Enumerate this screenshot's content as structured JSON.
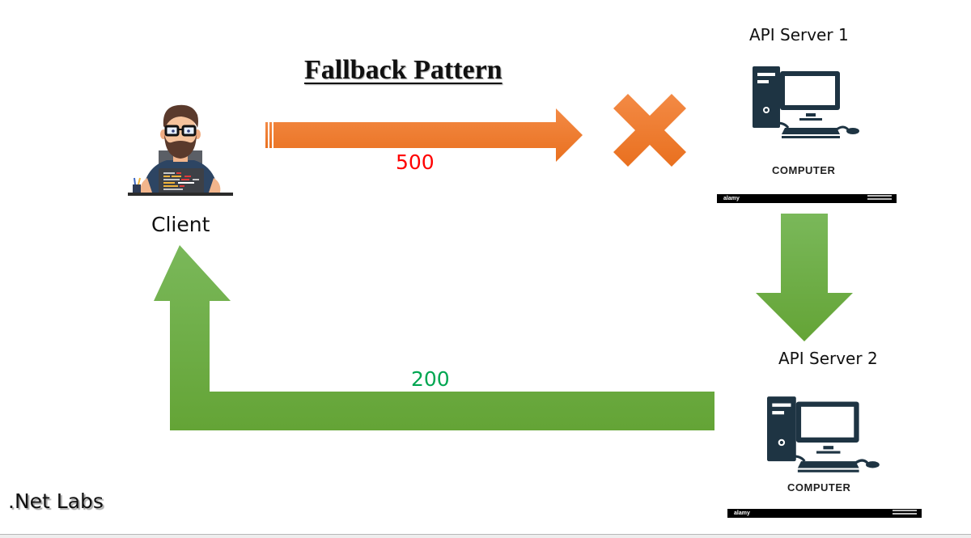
{
  "diagram": {
    "title": "Fallback Pattern",
    "brand": ".Net Labs",
    "nodes": {
      "client": {
        "label": "Client",
        "icon": "developer-avatar-icon"
      },
      "server1": {
        "label": "API Server 1",
        "icon": "computer-icon",
        "caption": "COMPUTER",
        "watermark": "alamy",
        "status": "failed"
      },
      "server2": {
        "label": "API Server 2",
        "icon": "computer-icon",
        "caption": "COMPUTER",
        "watermark": "alamy",
        "status": "ok"
      }
    },
    "edges": [
      {
        "from": "Client",
        "to": "API Server 1",
        "status_code": "500",
        "status_color": "#ff0000",
        "arrow_color": "#f07828"
      },
      {
        "from": "API Server 1",
        "to": "API Server 2",
        "status_code": "",
        "arrow_color": "#6aaa3a"
      },
      {
        "from": "API Server 2",
        "to": "Client",
        "status_code": "200",
        "status_color": "#00a651",
        "arrow_color": "#6aaa3a"
      }
    ],
    "failure_marker": {
      "icon": "x-cross-icon",
      "color": "#f07828"
    }
  }
}
